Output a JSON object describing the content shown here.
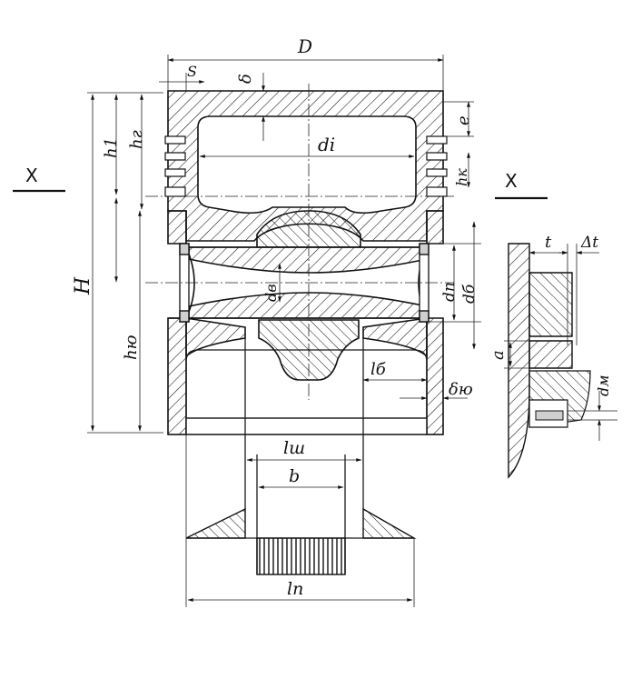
{
  "labels": {
    "D": "D",
    "S": "S",
    "delta": "δ",
    "e": "e",
    "hk": "hк",
    "di": "di",
    "h1": "h1",
    "hg": "hг",
    "H": "H",
    "hyu": "hю",
    "dv": "dв",
    "dp": "dп",
    "db": "dб",
    "lb": "lб",
    "delta_yu": "δю",
    "lsh": "lш",
    "b": "b",
    "lp": "lп",
    "t": "t",
    "dt": "Δt",
    "a": "a",
    "dm": "dм"
  },
  "section_mark": "X"
}
